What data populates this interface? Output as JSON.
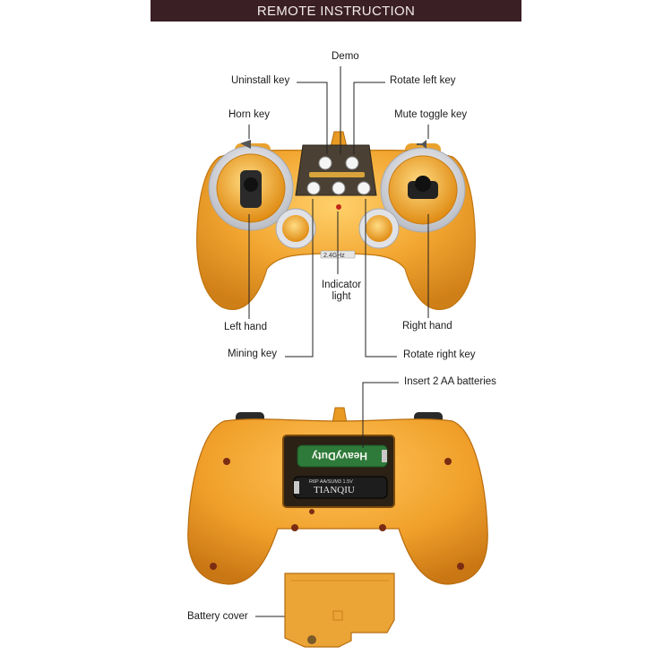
{
  "header": {
    "title": "REMOTE INSTRUCTION"
  },
  "labels": {
    "demo": "Demo",
    "uninstall_key": "Uninstall key",
    "rotate_left_key": "Rotate left key",
    "horn_key": "Horn key",
    "mute_toggle_key": "Mute toggle key",
    "indicator_light_line1": "Indicator",
    "indicator_light_line2": "light",
    "left_hand": "Left hand",
    "right_hand": "Right hand",
    "mining_key": "Mining key",
    "rotate_right_key": "Rotate right key",
    "insert_batteries": "Insert 2 AA batteries",
    "battery_cover": "Battery cover"
  },
  "device": {
    "frequency_label": "2.4GHz",
    "battery_top_brand": "HeavyDuty",
    "battery_bottom_brand": "TIANQIU",
    "battery_bottom_spec": "R6P AA/SUM3 1.5V"
  },
  "colors": {
    "banner_bg": "#3a1f24",
    "controller_orange": "#f0a32b",
    "controller_dark_orange": "#d9861a",
    "grip_silver": "#dcdde0"
  }
}
